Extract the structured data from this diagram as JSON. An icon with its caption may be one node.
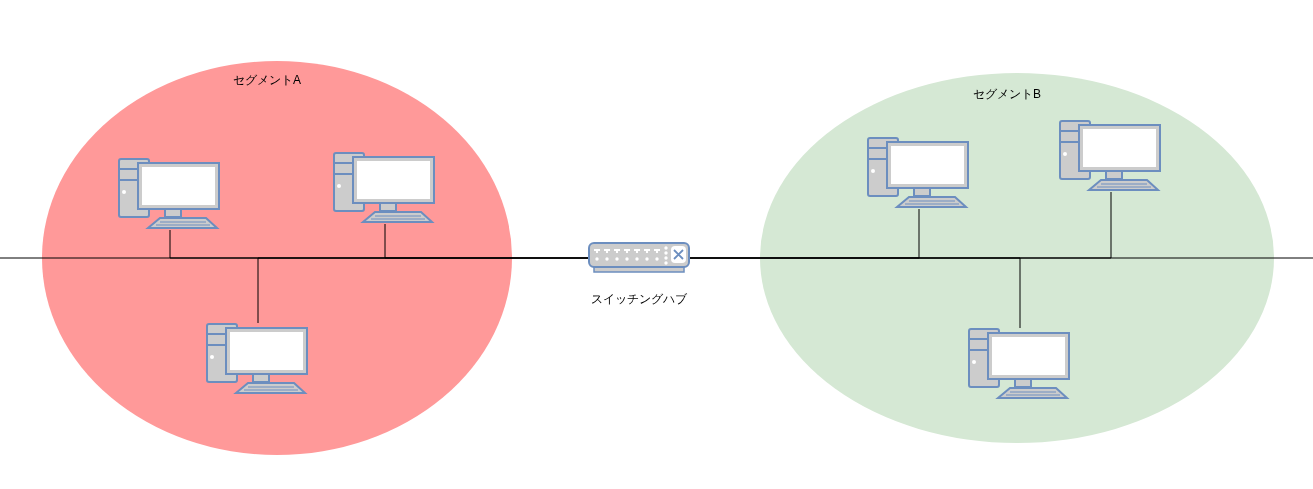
{
  "diagram": {
    "nodes": [
      {
        "text": [
          "セグメントA"
        ]
      },
      {
        "text": [],
        "shape": "picture",
        "in": 0
      },
      {
        "text": [],
        "shape": "picture",
        "in": 0
      },
      {
        "text": [],
        "shape": "picture",
        "in": 0
      },
      {
        "text": [
          "セグメントB"
        ]
      },
      {
        "text": [],
        "shape": "picture",
        "in": 4
      },
      {
        "text": [],
        "shape": "picture",
        "in": 4
      },
      {
        "text": [],
        "shape": "picture",
        "in": 4
      },
      {
        "text": [],
        "shape": "picture",
        "beside": [
          "スイッチングハブ"
        ]
      }
    ],
    "edges": [
      {
        "from": 1,
        "to": 8,
        "arrow": "none"
      },
      {
        "from": 2,
        "to": 8,
        "arrow": "none"
      },
      {
        "from": 3,
        "to": 8,
        "arrow": "none"
      },
      {
        "from": 5,
        "to": 8,
        "arrow": "none"
      },
      {
        "from": 6,
        "to": 8,
        "arrow": "none"
      },
      {
        "from": 7,
        "to": 8,
        "arrow": "none"
      },
      {
        "from": null,
        "to": 8,
        "arrow": "none"
      },
      {
        "from": 8,
        "to": null,
        "arrow": "none"
      }
    ]
  }
}
